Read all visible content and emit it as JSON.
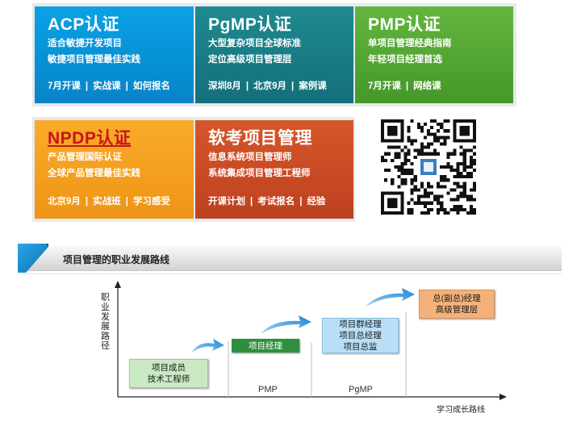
{
  "tiles": {
    "acp": {
      "title": "ACP认证",
      "line1": "适合敏捷开发项目",
      "line2": "敏捷项目管理最佳实践",
      "links": [
        "7月开课",
        "实战课",
        "如何报名"
      ]
    },
    "pgmp": {
      "title": "PgMP认证",
      "line1": "大型复杂项目全球标准",
      "line2": "定位高级项目管理层",
      "links": [
        "深圳8月",
        "北京9月",
        "案例课"
      ]
    },
    "pmp": {
      "title": "PMP认证",
      "line1": "单项目管理经典指南",
      "line2": "年轻项目经理首选",
      "links": [
        "7月开课",
        "网络课"
      ]
    },
    "npdp": {
      "title": "NPDP认证",
      "line1": "产品管理国际认证",
      "line2": "全球产品管理最佳实践",
      "links": [
        "北京9月",
        "实战班",
        "学习感受"
      ]
    },
    "soft": {
      "title": "软考项目管理",
      "line1": "信息系统项目管理师",
      "line2": "系统集成项目管理工程师",
      "links": [
        "开课计划",
        "考试报名",
        "经验"
      ]
    }
  },
  "separator": "|",
  "section": {
    "title": "项目管理的职业发展路线"
  },
  "career": {
    "axis_y": "职业发展路径",
    "axis_x": "学习成长路线",
    "steps": [
      {
        "lines": [
          "项目成员",
          "技术工程师"
        ]
      },
      {
        "lines": [
          "项目经理"
        ]
      },
      {
        "lines": [
          "项目群经理",
          "项目总经理",
          "项目总监"
        ]
      },
      {
        "lines": [
          "总(副总)经理",
          "高级管理层"
        ]
      }
    ],
    "stage_labels": [
      "PMP",
      "PgMP"
    ]
  },
  "colors": {
    "acp": "#0a9ce0",
    "pgmp": "#17797f",
    "pmp": "#55a834",
    "npdp": "#f5a020",
    "soft": "#c84a24",
    "step1": "#c9e9c3",
    "step2": "#2e8f3e",
    "step3": "#b9dff7",
    "step4": "#f4b27a"
  }
}
